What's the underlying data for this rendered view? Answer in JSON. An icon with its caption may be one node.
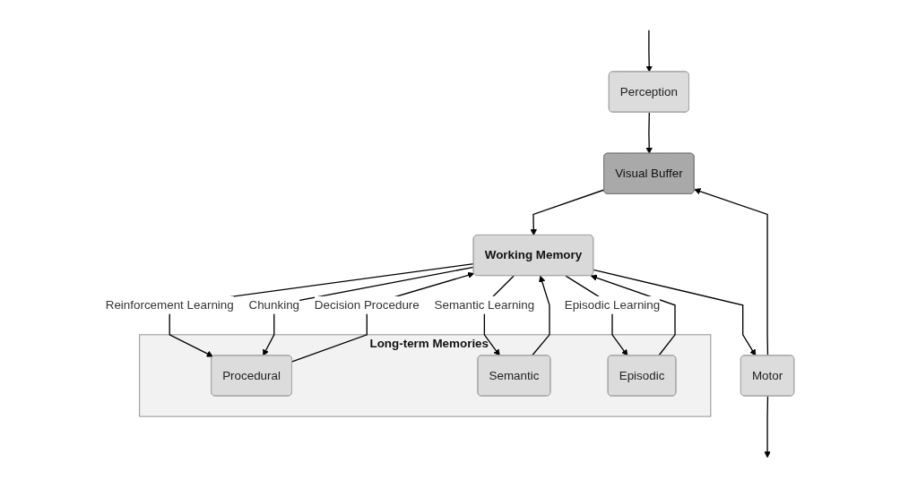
{
  "diagram": {
    "nodes": [
      {
        "text": [
          "Perception"
        ]
      },
      {
        "text": [
          "Visual Buffer"
        ]
      },
      {
        "text": [
          "Motor"
        ]
      },
      {
        "text": [
          "Working Memory"
        ]
      },
      {
        "text": [
          "Long-term Memories"
        ]
      },
      {
        "text": [
          "Procedural"
        ],
        "in": 4
      },
      {
        "text": [
          "Semantic"
        ],
        "in": 4
      },
      {
        "text": [
          "Episodic"
        ],
        "in": 4
      }
    ],
    "edges": [
      {
        "from": null,
        "to": 0,
        "arrow": "to"
      },
      {
        "from": 0,
        "to": 1,
        "arrow": "to"
      },
      {
        "from": 2,
        "to": 1,
        "arrow": "to"
      },
      {
        "from": 1,
        "to": 3,
        "arrow": "to"
      },
      {
        "from": 3,
        "to": 2,
        "arrow": "to"
      },
      {
        "from": 2,
        "to": null,
        "arrow": "to"
      },
      {
        "from": 3,
        "to": 5,
        "arrow": "to",
        "label": "Reinforcement Learning"
      },
      {
        "from": 3,
        "to": 5,
        "arrow": "to",
        "label": "Chunking"
      },
      {
        "from": 5,
        "to": 3,
        "arrow": "to",
        "label": "Decision Procedure"
      },
      {
        "from": 3,
        "to": 6,
        "arrow": "to",
        "label": "Semantic Learning"
      },
      {
        "from": 6,
        "to": 3,
        "arrow": "to"
      },
      {
        "from": 3,
        "to": 7,
        "arrow": "to",
        "label": "Episodic Learning"
      },
      {
        "from": 7,
        "to": 3,
        "arrow": "to"
      }
    ]
  }
}
